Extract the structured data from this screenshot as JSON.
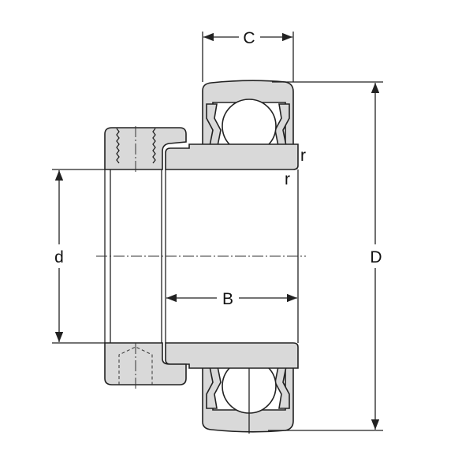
{
  "labels": {
    "C": "C",
    "D": "D",
    "d": "d",
    "B": "B",
    "r_outer": "r",
    "r_inner": "r"
  },
  "colors": {
    "section_fill": "#d9d9d9",
    "line": "#222222"
  }
}
